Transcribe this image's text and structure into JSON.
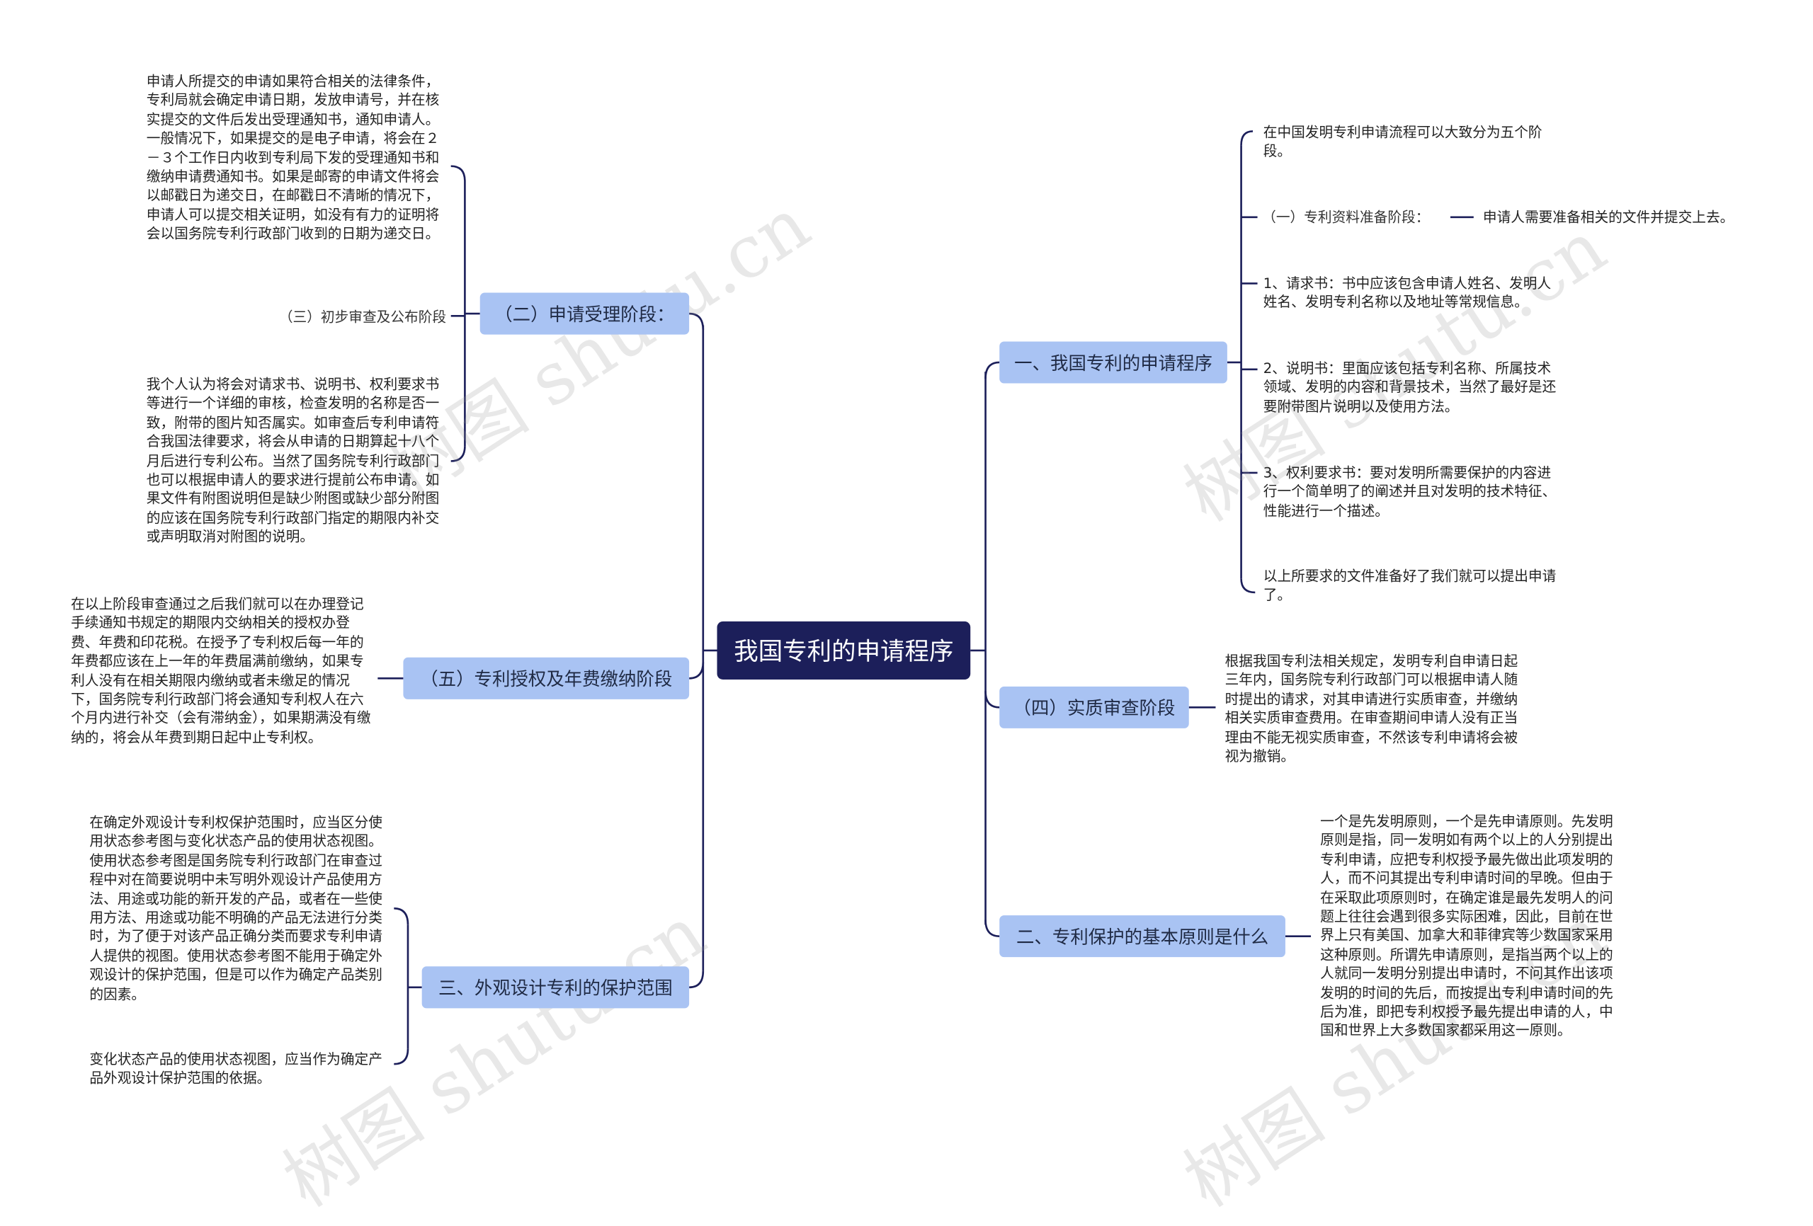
{
  "central": "我国专利的申请程序",
  "watermark": "树图 shutu.cn",
  "branches": {
    "b1": {
      "label": "一、我国专利的申请程序",
      "intro": "在中国发明专利申请流程可以大致分为五个阶段。",
      "stage1_label": "（一）专利资料准备阶段：",
      "stage1_text": "申请人需要准备相关的文件并提交上去。",
      "item1": "1、请求书：书中应该包含申请人姓名、发明人姓名、发明专利名称以及地址等常规信息。",
      "item2": "2、说明书：里面应该包括专利名称、所属技术领域、发明的内容和背景技术，当然了最好是还要附带图片说明以及使用方法。",
      "item3": "3、权利要求书：要对发明所需要保护的内容进行一个简单明了的阐述并且对发明的技术特征、性能进行一个描述。",
      "closing": "以上所要求的文件准备好了我们就可以提出申请了。"
    },
    "b4": {
      "label": "（四）实质审查阶段",
      "text": "根据我国专利法相关规定，发明专利自申请日起三年内，国务院专利行政部门可以根据申请人随时提出的请求，对其申请进行实质审查，并缴纳相关实质审查费用。在审查期间申请人没有正当理由不能无视实质审查，不然该专利申请将会被视为撤销。"
    },
    "b_principle": {
      "label": "二、专利保护的基本原则是什么",
      "text": "一个是先发明原则，一个是先申请原则。先发明原则是指，同一发明如有两个以上的人分别提出专利申请，应把专利权授予最先做出此项发明的人，而不问其提出专利申请时间的早晚。但由于在采取此项原则时，在确定谁是最先发明人的问题上往往会遇到很多实际困难，因此，目前在世界上只有美国、加拿大和菲律宾等少数国家采用这种原则。所谓先申请原则，是指当两个以上的人就同一发明分别提出申请时，不问其作出该项发明的时间的先后，而按提出专利申请时间的先后为准，即把专利权授予最先提出申请的人，中国和世界上大多数国家都采用这一原则。"
    },
    "b2": {
      "label": "（二）申请受理阶段：",
      "text1": "申请人所提交的申请如果符合相关的法律条件，专利局就会确定申请日期，发放申请号，并在核实提交的文件后发出受理通知书，通知申请人。一般情况下，如果提交的是电子申请，将会在２－３个工作日内收到专利局下发的受理通知书和缴纳申请费通知书。如果是邮寄的申请文件将会以邮戳日为递交日，在邮戳日不清晰的情况下，申请人可以提交相关证明，如没有有力的证明将会以国务院专利行政部门收到的日期为递交日。",
      "stage3_label": "（三）初步审查及公布阶段",
      "text2": "我个人认为将会对请求书、说明书、权利要求书等进行一个详细的审核，检查发明的名称是否一致，附带的图片知否属实。如审查后专利申请符合我国法律要求，将会从申请的日期算起十八个月后进行专利公布。当然了国务院专利行政部门也可以根据申请人的要求进行提前公布申请。如果文件有附图说明但是缺少附图或缺少部分附图的应该在国务院专利行政部门指定的期限内补交或声明取消对附图的说明。"
    },
    "b5": {
      "label": "（五）专利授权及年费缴纳阶段",
      "text": "在以上阶段审查通过之后我们就可以在办理登记手续通知书规定的期限内交纳相关的授权办登费、年费和印花税。在授予了专利权后每一年的年费都应该在上一年的年费届满前缴纳，如果专利人没有在相关期限内缴纳或者未缴足的情况下，国务院专利行政部门将会通知专利权人在六个月内进行补交（会有滞纳金），如果期满没有缴纳的，将会从年费到期日起中止专利权。"
    },
    "b3": {
      "label": "三、外观设计专利的保护范围",
      "text1": "在确定外观设计专利权保护范围时，应当区分使用状态参考图与变化状态产品的使用状态视图。使用状态参考图是国务院专利行政部门在审查过程中对在简要说明中未写明外观设计产品使用方法、用途或功能的新开发的产品，或者在一些使用方法、用途或功能不明确的产品无法进行分类时，为了便于对该产品正确分类而要求专利申请人提供的视图。使用状态参考图不能用于确定外观设计的保护范围，但是可以作为确定产品类别的因素。",
      "text2": "变化状态产品的使用状态视图，应当作为确定产品外观设计保护范围的依据。"
    }
  },
  "colors": {
    "central_bg": "#1c1f5a",
    "branch_bg": "#a9c3f3",
    "line": "#1c1f5a"
  }
}
